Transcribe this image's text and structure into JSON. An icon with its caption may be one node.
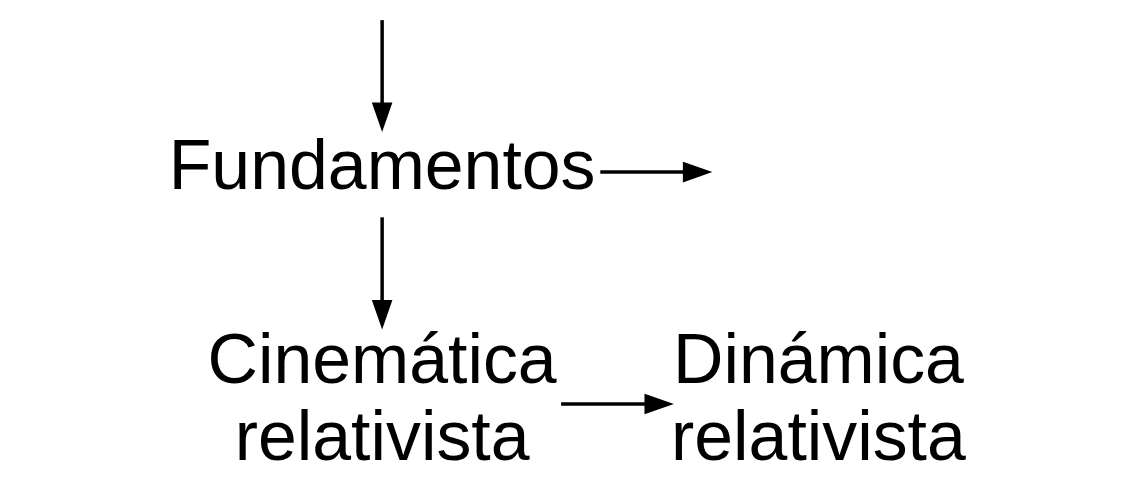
{
  "diagram": {
    "nodes": [
      {
        "text": [
          "Fundamentos"
        ]
      },
      {
        "text": [
          "Cinemática relativista"
        ]
      },
      {
        "text": [
          "Dinámica relativista"
        ]
      }
    ],
    "edges": [
      {
        "from": 0,
        "to": null,
        "arrow": "to"
      },
      {
        "from": null,
        "to": 0,
        "arrow": "to"
      },
      {
        "from": 0,
        "to": 1,
        "arrow": "to"
      },
      {
        "from": 1,
        "to": 2,
        "arrow": "to"
      }
    ]
  }
}
